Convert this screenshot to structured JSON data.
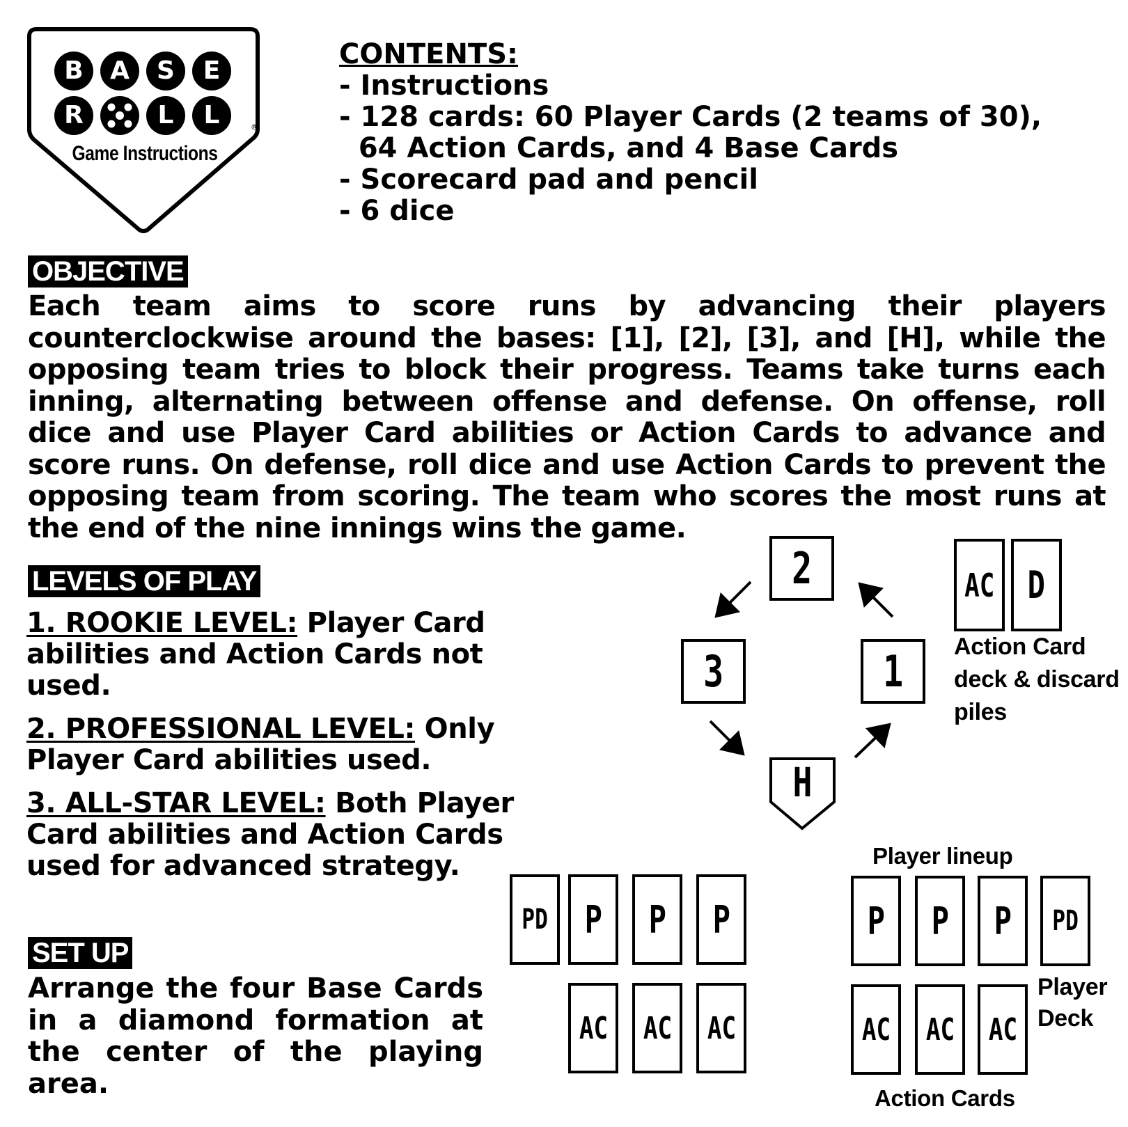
{
  "logo": {
    "letters_row1": [
      "B",
      "A",
      "S",
      "E"
    ],
    "letters_row2": [
      "R",
      "O",
      "L",
      "L"
    ],
    "subtitle": "Game Instructions",
    "registered": "®"
  },
  "contents": {
    "heading": "CONTENTS:",
    "lines": [
      "- Instructions",
      "- 128 cards: 60 Player Cards (2 teams of 30),",
      "  64 Action Cards, and 4 Base Cards",
      "- Scorecard pad and pencil",
      "- 6 dice"
    ]
  },
  "objective": {
    "heading": "OBJECTIVE",
    "text": "Each team aims to score runs by advancing their players counterclockwise around the bases: [1], [2], [3], and [H], while the opposing team tries to block their progress. Teams take turns each inning, alternating between offense and defense. On offense, roll dice and use Player Card abilities or Action Cards to advance and score runs. On defense, roll dice and use Action Cards to prevent the opposing team from scoring. The team who scores the most runs at the end of the nine innings wins the game."
  },
  "levels": {
    "heading": "LEVELS OF PLAY",
    "items": [
      {
        "title": "1. ROOKIE LEVEL:",
        "text": " Player Card abilities and Action Cards not used."
      },
      {
        "title": "2. PROFESSIONAL LEVEL:",
        "text": " Only Player Card abilities used."
      },
      {
        "title": "3. ALL-STAR LEVEL:",
        "text": " Both Player Card abilities and Action Cards used for advanced strategy."
      }
    ]
  },
  "setup": {
    "heading": "SET UP",
    "text": "Arrange the four Base Cards in a diamond formation at the center of the playing area."
  },
  "diagram": {
    "bases": {
      "second": "2",
      "third": "3",
      "first": "1",
      "home": "H"
    },
    "deck_cards": [
      "AC",
      "D"
    ],
    "deck_label": [
      "Action Card",
      "deck & discard",
      "piles"
    ],
    "left_player_row": [
      "PD",
      "P",
      "P",
      "P"
    ],
    "left_action_row": [
      "AC",
      "AC",
      "AC"
    ],
    "right_player_row": [
      "P",
      "P",
      "P",
      "PD"
    ],
    "right_action_row": [
      "AC",
      "AC",
      "AC"
    ],
    "label_player_lineup": "Player lineup",
    "label_player_deck": [
      "Player",
      "Deck"
    ],
    "label_action_cards": "Action Cards"
  }
}
